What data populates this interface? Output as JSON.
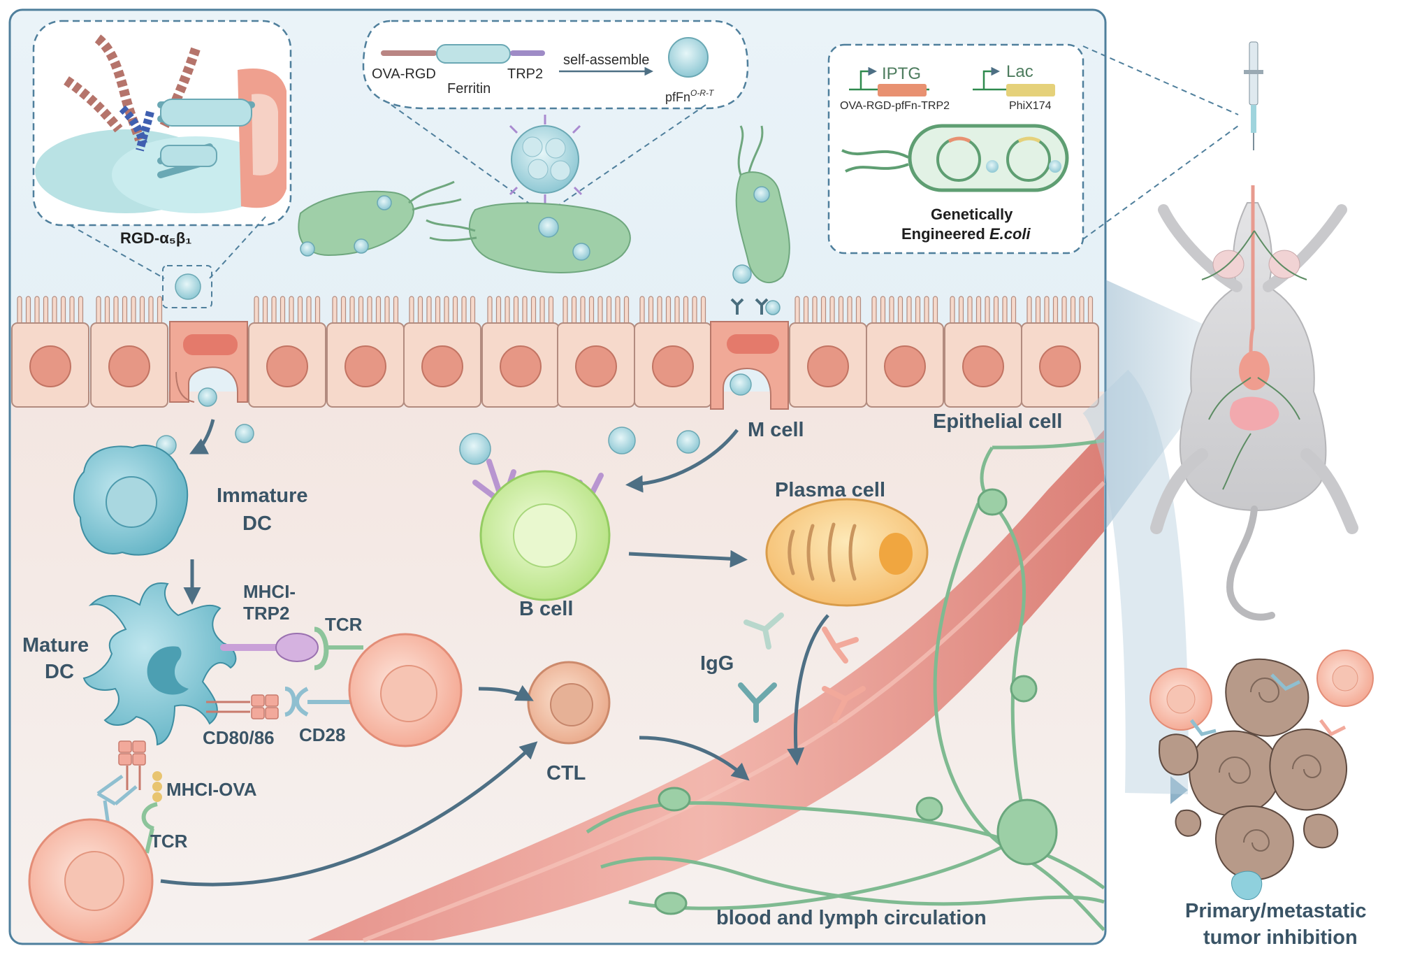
{
  "figure": {
    "labels": {
      "rgd": "RGD-α₅β₁",
      "ova_rgd": "OVA-RGD",
      "ferritin": "Ferritin",
      "trp2": "TRP2",
      "self_assemble": "self-assemble",
      "pffn": "pfFn",
      "pffn_sup": "O-R-T",
      "iptg": "IPTG",
      "lac": "Lac",
      "construct": "OVA-RGD-pfFn-TRP2",
      "phix": "PhiX174",
      "genetically": "Genetically",
      "engineered": "Engineered",
      "ecoli": "E.coli",
      "epithelial": "Epithelial cell",
      "m_cell": "M cell",
      "immature": "Immature",
      "dc": "DC",
      "mature": "Mature",
      "mature_dc": "DC",
      "b_cell": "B cell",
      "plasma": "Plasma cell",
      "mhci_trp2_1": "MHCI-",
      "mhci_trp2_2": "TRP2",
      "tcr_top": "TCR",
      "cd80": "CD80/86",
      "cd28": "CD28",
      "mhci_ova": "MHCI-OVA",
      "tcr_bottom": "TCR",
      "igg": "IgG",
      "ctl": "CTL",
      "circulation": "blood and lymph circulation",
      "tumor_1": "Primary/metastatic",
      "tumor_2": "tumor inhibition"
    },
    "colors": {
      "panel_bg": "#f4ece8",
      "lumen_bg": "#eaf3f8",
      "panel_border": "#4f7f9c",
      "epithelial": "#f6d9cb",
      "nucleus": "#e69785",
      "bacteria": "#9fcfa8",
      "dc": "#7fc6d3",
      "b_cell": "#c9eb9b",
      "plasma": "#f7c980",
      "t_cell": "#f7b9a3",
      "vessel": "#e9958c",
      "lymph": "#8cc49b",
      "text": "#3a5466"
    }
  }
}
